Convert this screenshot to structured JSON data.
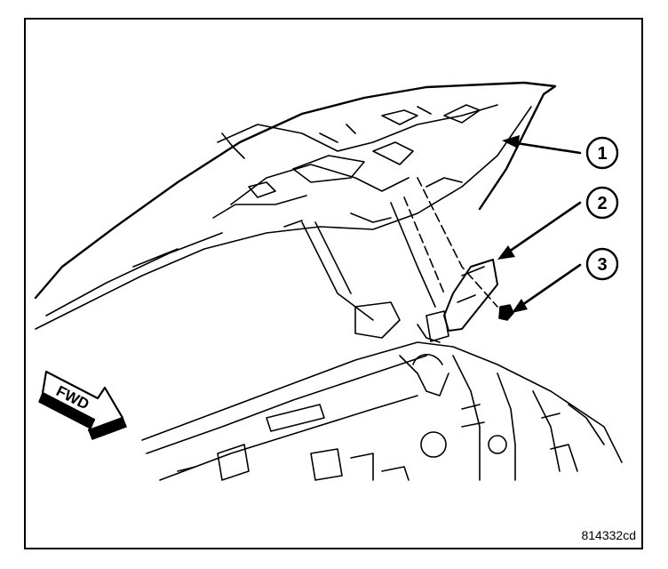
{
  "figure": {
    "callouts": [
      {
        "number": "1"
      },
      {
        "number": "2"
      },
      {
        "number": "3"
      }
    ],
    "direction_label": "FWD",
    "figure_code": "814332cd"
  },
  "colors": {
    "line": "#000000",
    "background": "#ffffff"
  }
}
